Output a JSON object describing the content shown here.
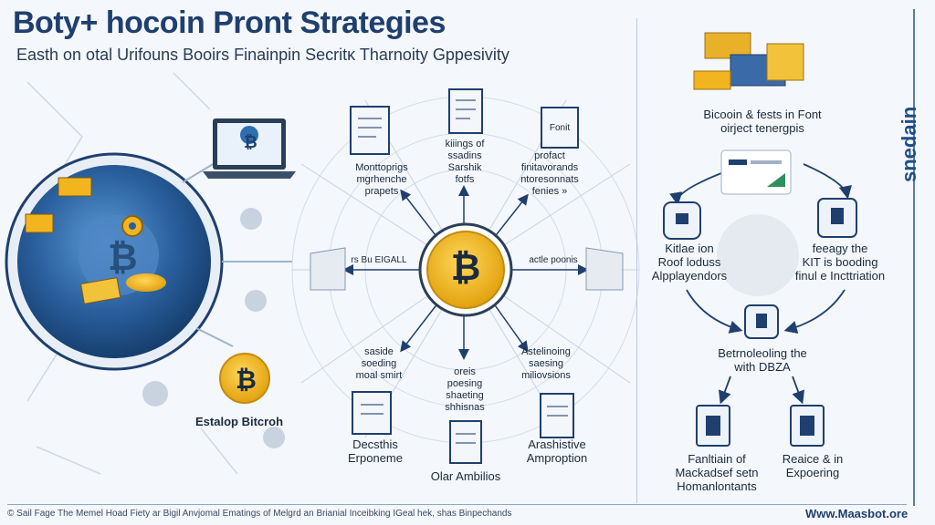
{
  "header": {
    "title": "Boty+ hocoin Pront Strategies",
    "subtitle": "Easth on otal Urifouns Booirs Finainpin Secritĸ Tharnoity Gppesivity"
  },
  "left": {
    "badge_label": "Estalop Bitcroh"
  },
  "center": {
    "hub_symbol": "₿",
    "arrow_left_label": "rs Bu EIGALL",
    "arrow_right_label": "actle poonis",
    "nodes": {
      "top_left": "Monttoprigs\nmgrhenche\nprapets",
      "top_center": "kiiings of\nssadins\nSarshik\nfotfs",
      "top_right": "profact\nfinitavorands\nntoresonnats\nfenies »",
      "top_right_card": "Fonit",
      "bottom_left": "saside\nsoeding\nmoal smirt",
      "bottom_center": "oreis\npoesing\nshaeting\nshhisnas",
      "bottom_right": "Astelinoing\nsaesing\nmiliovsions",
      "foot_left": "Decsthis\nErponeme",
      "foot_center": "Olar Ambilios",
      "foot_right": "Arashistive\nAmproption"
    }
  },
  "right": {
    "heading": "Bicooin & fests in Font\noirject tenergpis",
    "left_node": "Kitlae ion\nRoof loduss\nAlpplayendors",
    "right_node": "feeagy the\nKIT is booding\nfinul e Incttriation",
    "bottom_node": "Betrnoleoling the\nwith DBZA",
    "foot_left": "Fanltiain of\nMackadsef setn\nHomanlontants",
    "foot_right": "Reaice & in\nExpoering",
    "vertical_text": "snedain"
  },
  "footer": {
    "text": "© Sail Fage The Memel Hoad Fiety ar Bigil Anvjomal Ematings of Melgrd an Brianial Inceibking IGeal hek, shas Binpechands",
    "site": "Www.Maasbot.ore"
  },
  "colors": {
    "navy": "#1f3f6e",
    "blue": "#2f6fb0",
    "gold": "#f2b41f",
    "light_line": "#b9c9de"
  },
  "icons": [
    "laptop-icon",
    "bitcoin-coin-icon",
    "gear-icon",
    "document-icon",
    "money-stack-icon",
    "shield-icon"
  ]
}
